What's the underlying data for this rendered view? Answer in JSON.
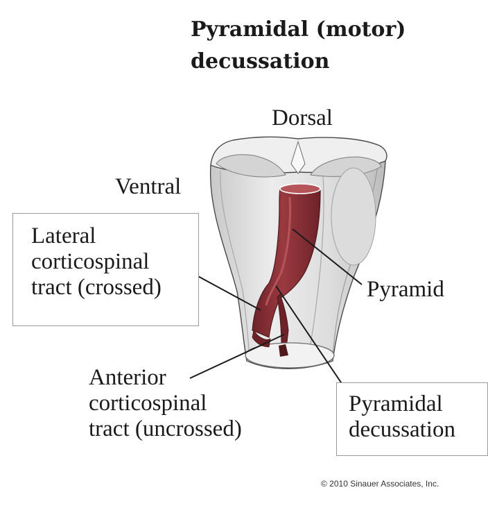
{
  "title": {
    "line1": "Pyramidal (motor)",
    "line2": "decussation"
  },
  "labels": {
    "dorsal": "Dorsal",
    "ventral": "Ventral",
    "lateral": {
      "line1": "Lateral",
      "line2": "corticospinal",
      "line3": "tract (crossed)"
    },
    "pyramid": "Pyramid",
    "anterior": {
      "line1": "Anterior",
      "line2": "corticospinal",
      "line3": "tract (uncrossed)"
    },
    "decussation": {
      "line1": "Pyramidal",
      "line2": "decussation"
    }
  },
  "copyright": "© 2010 Sinauer Associates, Inc.",
  "colors": {
    "tract": "#8a2f35",
    "tract_highlight": "#b5555a",
    "tissue": "#e4e4e4",
    "tissue_shadow": "#bdbdbd",
    "outline": "#4a4a4a",
    "leader": "#1a1a1a"
  }
}
